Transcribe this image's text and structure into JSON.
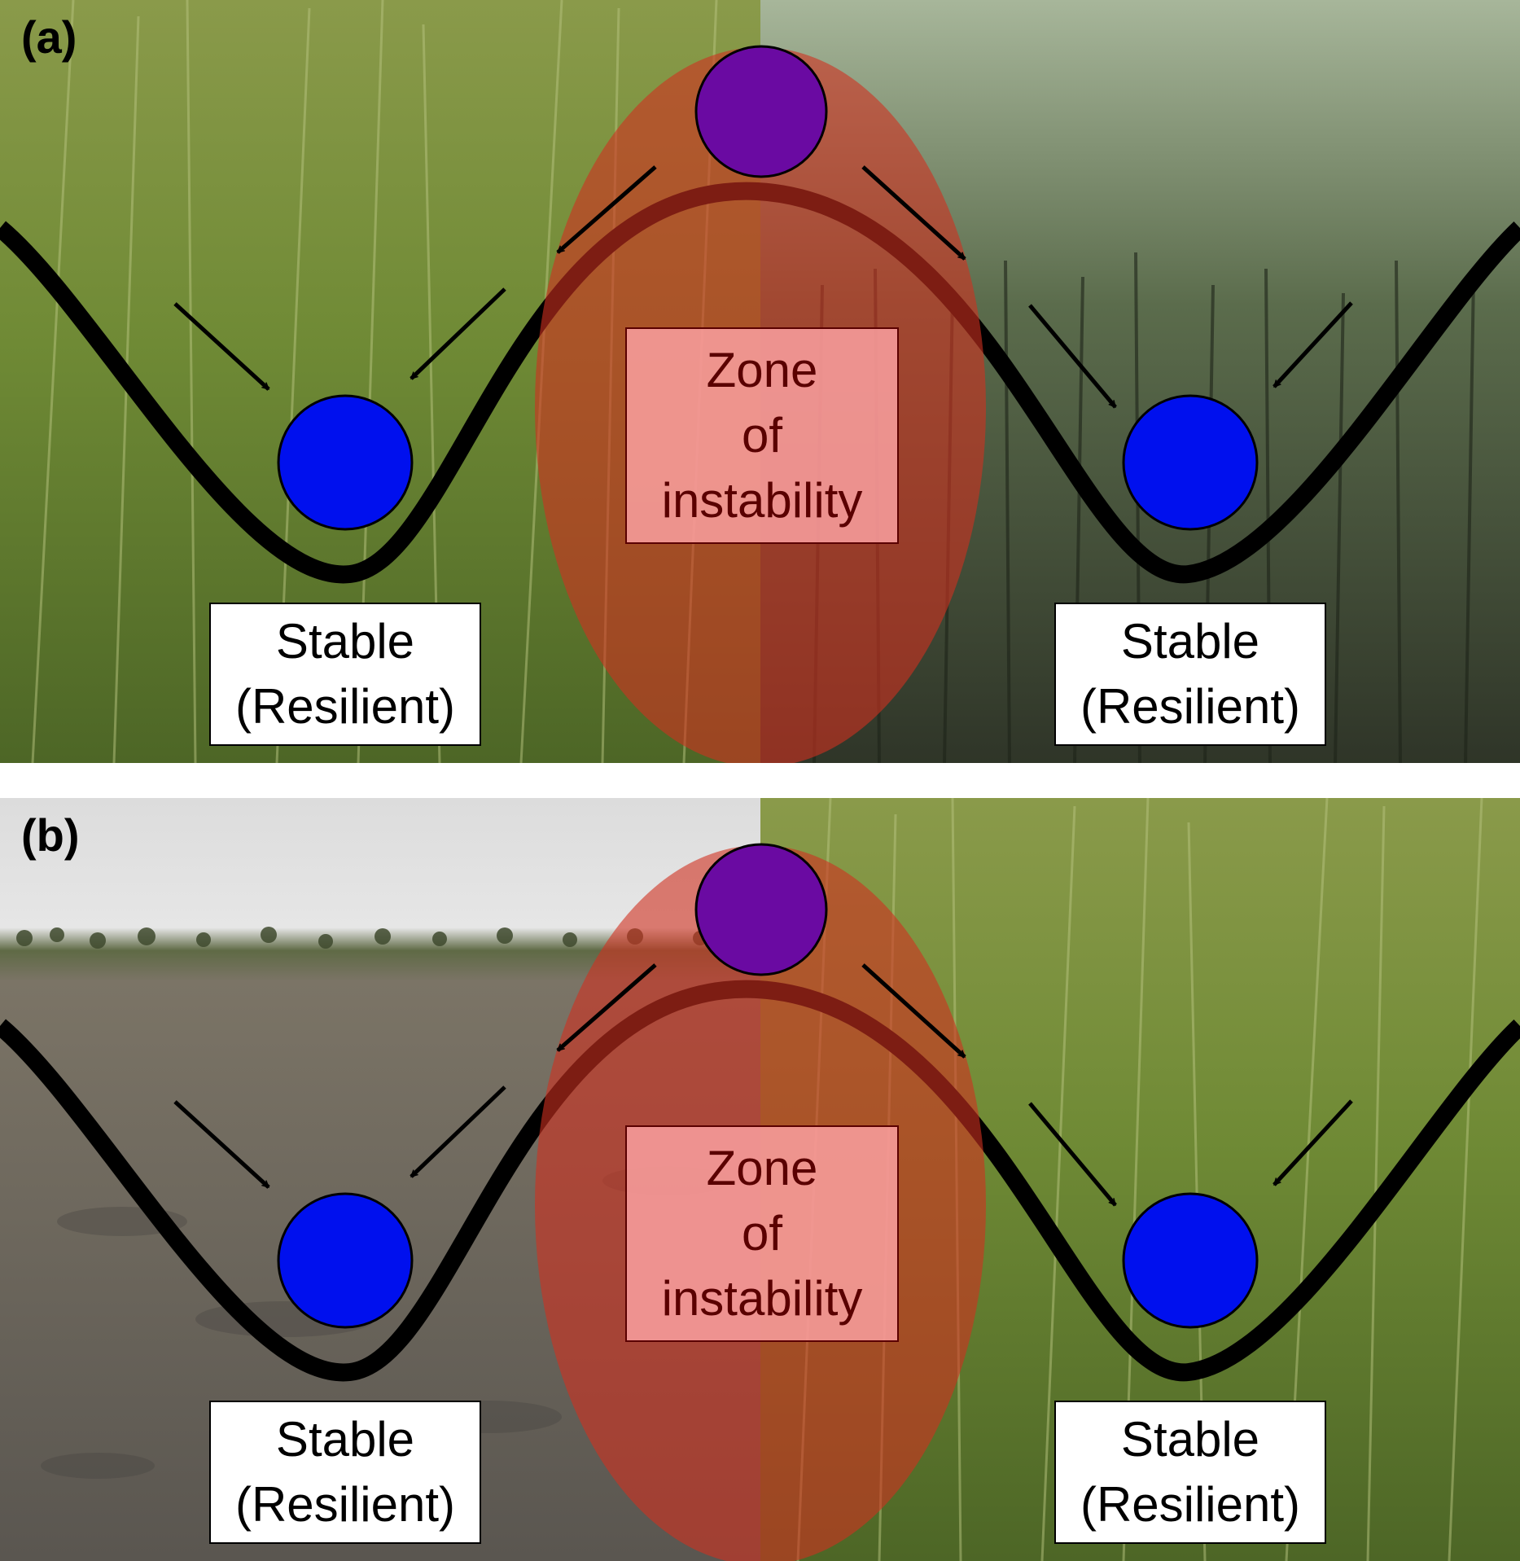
{
  "colors": {
    "stable_ball": "#0010ee",
    "unstable_ball": "#6a0aa2",
    "zone_fill": "#d03020",
    "zone_label_bg": "#f9a0a0",
    "zone_text": "#5a0000",
    "curve": "#000000"
  },
  "panels": [
    {
      "letter": "(a)",
      "left_scene": "grass-marsh-photo",
      "right_scene": "mangrove-forest-photo",
      "zone_label": [
        "Zone",
        "of",
        "instability"
      ],
      "left_label": [
        "Stable",
        "(Resilient)"
      ],
      "right_label": [
        "Stable",
        "(Resilient)"
      ]
    },
    {
      "letter": "(b)",
      "left_scene": "mudflat-photo",
      "right_scene": "grass-marsh-photo",
      "zone_label": [
        "Zone",
        "of",
        "instability"
      ],
      "left_label": [
        "Stable",
        "(Resilient)"
      ],
      "right_label": [
        "Stable",
        "(Resilient)"
      ]
    }
  ]
}
